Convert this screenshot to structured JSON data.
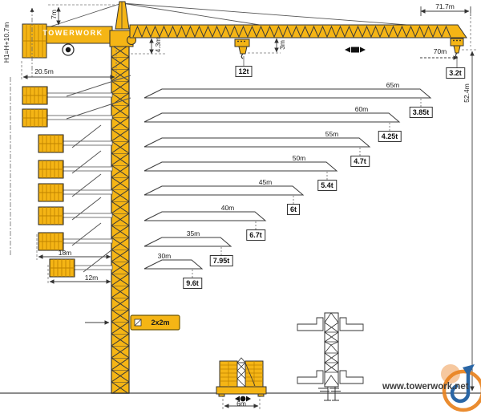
{
  "colors": {
    "crane_yellow": "#F5B515",
    "hatch": "#C08400",
    "outline": "#2F2F2F",
    "dim_line": "#4A4A4A",
    "ground": "#8C8C8C",
    "logo_orange": "#E8821E",
    "logo_orange_light": "#F4BE8E",
    "logo_blue": "#2A66A5",
    "watermark": "#3D3D3D"
  },
  "labels": {
    "brand": "TOWERWORK",
    "total_height": "H1=H+10.7m",
    "apex_height": "7m",
    "counterjib_length": "20.5m",
    "jib_heel_height": "4.3m",
    "max_capacity": "12t",
    "hook_dimension": "3m",
    "jib_overall_length": "71.7m",
    "max_radius": "70m",
    "tip_capacity": "3.2t",
    "hook_height": "52.4m",
    "counterjib_mid": "18m",
    "counterjib_short": "12m",
    "mast_section": "2x2m",
    "base_width": "6m",
    "watermark": "www.towerwork.net"
  },
  "icons": {
    "slewing-target-icon": "circled dot on counter-jib",
    "trolley-direction-icon": "black left/right arrows with square under jib",
    "travel-direction-icon": "black left/right arrows with dot at base",
    "mast-section-icon": "small white square with diagonal in 2x2m tag",
    "towerwork-logo": "orange ring with blue hook mark"
  },
  "load_chart": {
    "type": "table",
    "columns": [
      "jib_length",
      "capacity_at_tip"
    ],
    "rows": [
      {
        "length": "65m",
        "length_m": 65,
        "capacity": "3.85t",
        "capacity_t": 3.85
      },
      {
        "length": "60m",
        "length_m": 60,
        "capacity": "4.25t",
        "capacity_t": 4.25
      },
      {
        "length": "55m",
        "length_m": 55,
        "capacity": "4.7t",
        "capacity_t": 4.7
      },
      {
        "length": "50m",
        "length_m": 50,
        "capacity": "5.4t",
        "capacity_t": 5.4
      },
      {
        "length": "45m",
        "length_m": 45,
        "capacity": "6t",
        "capacity_t": 6
      },
      {
        "length": "40m",
        "length_m": 40,
        "capacity": "6.7t",
        "capacity_t": 6.7
      },
      {
        "length": "35m",
        "length_m": 35,
        "capacity": "7.95t",
        "capacity_t": 7.95
      },
      {
        "length": "30m",
        "length_m": 30,
        "capacity": "9.6t",
        "capacity_t": 9.6
      }
    ]
  }
}
